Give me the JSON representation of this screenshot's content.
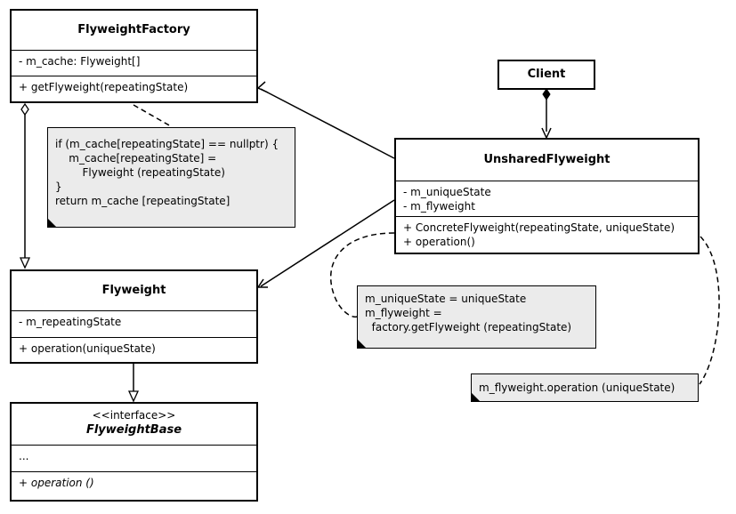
{
  "flyweight_factory": {
    "name": "FlyweightFactory",
    "attributes": [
      "- m_cache: Flyweight[]"
    ],
    "operations": [
      "+ getFlyweight(repeatingState)"
    ]
  },
  "factory_note": {
    "lines": [
      "if (m_cache[repeatingState] == nullptr) {",
      "    m_cache[repeatingState] =",
      "        Flyweight (repeatingState)",
      "}",
      "return m_cache [repeatingState]"
    ]
  },
  "client": {
    "name": "Client"
  },
  "unshared_flyweight": {
    "name": "UnsharedFlyweight",
    "attributes": [
      "- m_uniqueState",
      "- m_flyweight"
    ],
    "operations": [
      "+ ConcreteFlyweight(repeatingState, uniqueState)",
      "+ operation()"
    ]
  },
  "flyweight": {
    "name": "Flyweight",
    "attributes": [
      "- m_repeatingState"
    ],
    "operations": [
      "+ operation(uniqueState)"
    ]
  },
  "constructor_note": {
    "lines": [
      "m_uniqueState = uniqueState",
      "m_flyweight =",
      "  factory.getFlyweight (repeatingState)"
    ]
  },
  "operation_note": {
    "lines": [
      "m_flyweight.operation (uniqueState)"
    ]
  },
  "flyweight_base": {
    "stereotype": "<<interface>>",
    "name": "FlyweightBase",
    "attributes": [
      "..."
    ],
    "operations": [
      "+ operation ()"
    ]
  }
}
